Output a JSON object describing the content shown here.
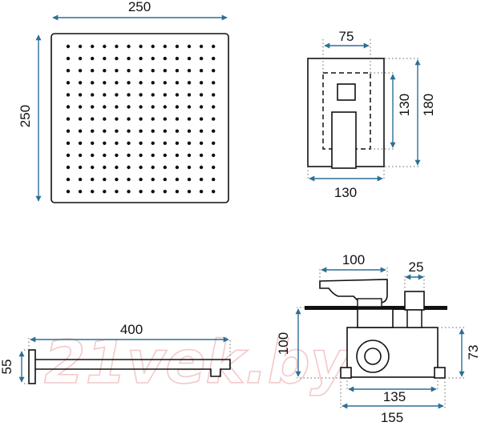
{
  "colors": {
    "dimension_line": "#2d6f95",
    "outline": "#111111",
    "extension": "#666666",
    "watermark": "#f3c9c9",
    "background": "#ffffff"
  },
  "watermark": "21vek.by",
  "dimensions": {
    "shower_head_width": "250",
    "shower_head_height": "250",
    "mixer_inner_width": "75",
    "mixer_inner_height": "130",
    "mixer_outer_height": "180",
    "mixer_outer_width": "130",
    "arm_length": "400",
    "arm_height": "55",
    "valve_handle_width": "100",
    "valve_cap_width": "25",
    "valve_depth": "100",
    "valve_body_height": "73",
    "valve_body_width": "135",
    "valve_total_width": "155"
  }
}
